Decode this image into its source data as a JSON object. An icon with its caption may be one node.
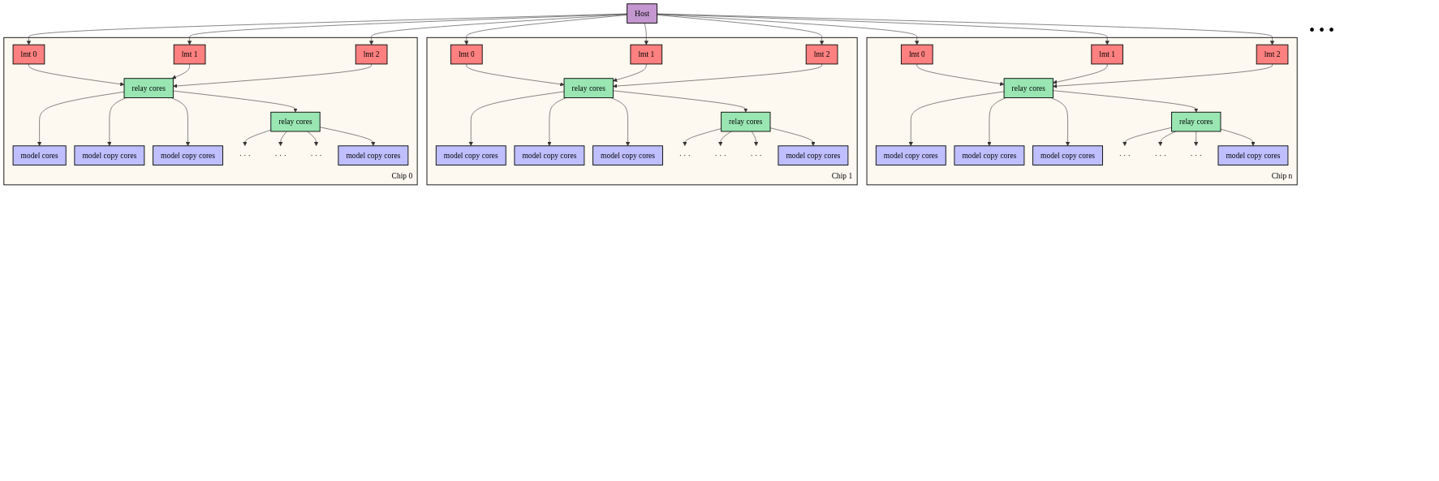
{
  "diagram": {
    "nodes": [
      {
        "text": [
          "Host"
        ]
      },
      {
        "text": [
          "Chip 0"
        ]
      },
      {
        "text": [
          "lmt 0"
        ],
        "in": 1
      },
      {
        "text": [
          "lmt 1"
        ],
        "in": 1
      },
      {
        "text": [
          "lmt 2"
        ],
        "in": 1
      },
      {
        "text": [
          "relay cores"
        ],
        "in": 1
      },
      {
        "text": [
          "relay cores"
        ],
        "in": 1
      },
      {
        "text": [
          "· · ·"
        ],
        "in": 1
      },
      {
        "text": [
          "· · ·"
        ],
        "in": 1
      },
      {
        "text": [
          "· · ·"
        ],
        "in": 1
      },
      {
        "text": [
          "model cores"
        ],
        "in": 1
      },
      {
        "text": [
          "model copy cores"
        ],
        "in": 1
      },
      {
        "text": [
          "model copy cores"
        ],
        "in": 1
      },
      {
        "text": [
          "model copy cores"
        ],
        "in": 1
      },
      {
        "text": [
          "Chip 1"
        ]
      },
      {
        "text": [
          "lmt 0"
        ],
        "in": 14
      },
      {
        "text": [
          "lmt 1"
        ],
        "in": 14
      },
      {
        "text": [
          "lmt 2"
        ],
        "in": 14
      },
      {
        "text": [
          "relay cores"
        ],
        "in": 14
      },
      {
        "text": [
          "relay cores"
        ],
        "in": 14
      },
      {
        "text": [
          "· · ·"
        ],
        "in": 14
      },
      {
        "text": [
          "· · ·"
        ],
        "in": 14
      },
      {
        "text": [
          "· · ·"
        ],
        "in": 14
      },
      {
        "text": [
          "model copy cores"
        ],
        "in": 14
      },
      {
        "text": [
          "model copy cores"
        ],
        "in": 14
      },
      {
        "text": [
          "model copy cores"
        ],
        "in": 14
      },
      {
        "text": [
          "model copy cores"
        ],
        "in": 14
      },
      {
        "text": [
          "Chip n"
        ]
      },
      {
        "text": [
          "lmt 0"
        ],
        "in": 27
      },
      {
        "text": [
          "lmt 1"
        ],
        "in": 27
      },
      {
        "text": [
          "lmt 2"
        ],
        "in": 27
      },
      {
        "text": [
          "relay cores"
        ],
        "in": 27
      },
      {
        "text": [
          "relay cores"
        ],
        "in": 27
      },
      {
        "text": [
          "· · ·"
        ],
        "in": 27
      },
      {
        "text": [
          "· · ·"
        ],
        "in": 27
      },
      {
        "text": [
          "· · ·"
        ],
        "in": 27
      },
      {
        "text": [
          "model copy cores"
        ],
        "in": 27
      },
      {
        "text": [
          "model copy cores"
        ],
        "in": 27
      },
      {
        "text": [
          "model copy cores"
        ],
        "in": 27
      },
      {
        "text": [
          "model copy cores"
        ],
        "in": 27
      }
    ],
    "edges": [
      {
        "from": 0,
        "to": 2,
        "arrow": "to"
      },
      {
        "from": 0,
        "to": 3,
        "arrow": "to"
      },
      {
        "from": 0,
        "to": 4,
        "arrow": "to"
      },
      {
        "from": 2,
        "to": 5,
        "arrow": "to"
      },
      {
        "from": 3,
        "to": 5,
        "arrow": "to"
      },
      {
        "from": 4,
        "to": 5,
        "arrow": "to"
      },
      {
        "from": 5,
        "to": 6,
        "arrow": "to"
      },
      {
        "from": 5,
        "to": 10,
        "arrow": "to"
      },
      {
        "from": 5,
        "to": 11,
        "arrow": "to"
      },
      {
        "from": 5,
        "to": 12,
        "arrow": "to"
      },
      {
        "from": 6,
        "to": 13,
        "arrow": "to"
      },
      {
        "from": 6,
        "to": 7,
        "arrow": "to"
      },
      {
        "from": 6,
        "to": 8,
        "arrow": "to"
      },
      {
        "from": 6,
        "to": 9,
        "arrow": "to"
      },
      {
        "from": 0,
        "to": 15,
        "arrow": "to"
      },
      {
        "from": 0,
        "to": 16,
        "arrow": "to"
      },
      {
        "from": 0,
        "to": 17,
        "arrow": "to"
      },
      {
        "from": 15,
        "to": 18,
        "arrow": "to"
      },
      {
        "from": 16,
        "to": 18,
        "arrow": "to"
      },
      {
        "from": 17,
        "to": 18,
        "arrow": "to"
      },
      {
        "from": 18,
        "to": 19,
        "arrow": "to"
      },
      {
        "from": 18,
        "to": 23,
        "arrow": "to"
      },
      {
        "from": 18,
        "to": 24,
        "arrow": "to"
      },
      {
        "from": 18,
        "to": 25,
        "arrow": "to"
      },
      {
        "from": 19,
        "to": 26,
        "arrow": "to"
      },
      {
        "from": 19,
        "to": 20,
        "arrow": "to"
      },
      {
        "from": 19,
        "to": 21,
        "arrow": "to"
      },
      {
        "from": 19,
        "to": 22,
        "arrow": "to"
      },
      {
        "from": 0,
        "to": 28,
        "arrow": "to"
      },
      {
        "from": 0,
        "to": 29,
        "arrow": "to"
      },
      {
        "from": 0,
        "to": 30,
        "arrow": "to"
      },
      {
        "from": 28,
        "to": 31,
        "arrow": "to"
      },
      {
        "from": 29,
        "to": 31,
        "arrow": "to"
      },
      {
        "from": 30,
        "to": 31,
        "arrow": "to"
      },
      {
        "from": 31,
        "to": 32,
        "arrow": "to"
      },
      {
        "from": 31,
        "to": 36,
        "arrow": "to"
      },
      {
        "from": 31,
        "to": 37,
        "arrow": "to"
      },
      {
        "from": 31,
        "to": 38,
        "arrow": "to"
      },
      {
        "from": 32,
        "to": 39,
        "arrow": "to"
      },
      {
        "from": 32,
        "to": 33,
        "arrow": "to"
      },
      {
        "from": 32,
        "to": 34,
        "arrow": "to"
      },
      {
        "from": 32,
        "to": 35,
        "arrow": "to"
      }
    ],
    "labels": [
      "• • •"
    ]
  }
}
